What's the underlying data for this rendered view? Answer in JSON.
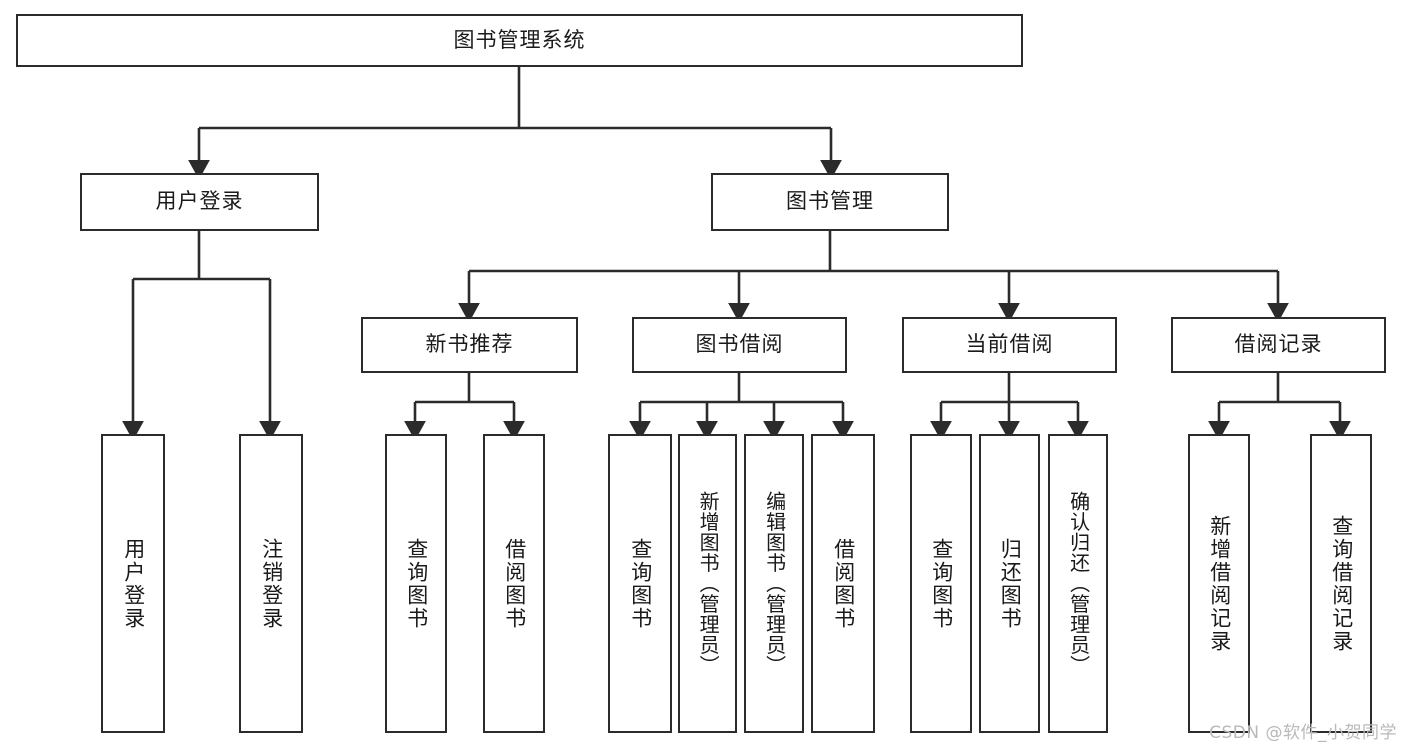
{
  "diagram": {
    "title": "图书管理系统",
    "watermark": "CSDN @软件_小贺同学",
    "root": {
      "label": "图书管理系统"
    },
    "level1": [
      {
        "label": "用户登录"
      },
      {
        "label": "图书管理"
      }
    ],
    "level2": [
      {
        "label": "新书推荐"
      },
      {
        "label": "图书借阅"
      },
      {
        "label": "当前借阅"
      },
      {
        "label": "借阅记录"
      }
    ],
    "leaves": {
      "user_login": [
        {
          "label": "用户登录"
        },
        {
          "label": "注销登录"
        }
      ],
      "new_book": [
        {
          "label": "查询图书"
        },
        {
          "label": "借阅图书"
        }
      ],
      "book_borrow": [
        {
          "label": "查询图书"
        },
        {
          "label": "新增图书（管理员）"
        },
        {
          "label": "编辑图书（管理员）"
        },
        {
          "label": "借阅图书"
        }
      ],
      "current_borrow": [
        {
          "label": "查询图书"
        },
        {
          "label": "归还图书"
        },
        {
          "label": "确认归还（管理员）"
        }
      ],
      "borrow_record": [
        {
          "label": "新增借阅记录"
        },
        {
          "label": "查询借阅记录"
        }
      ]
    },
    "colors": {
      "stroke": "#2b2b2b",
      "fill": "#ffffff",
      "text": "#1a1a1a",
      "watermark": "#b9b9b9"
    }
  }
}
